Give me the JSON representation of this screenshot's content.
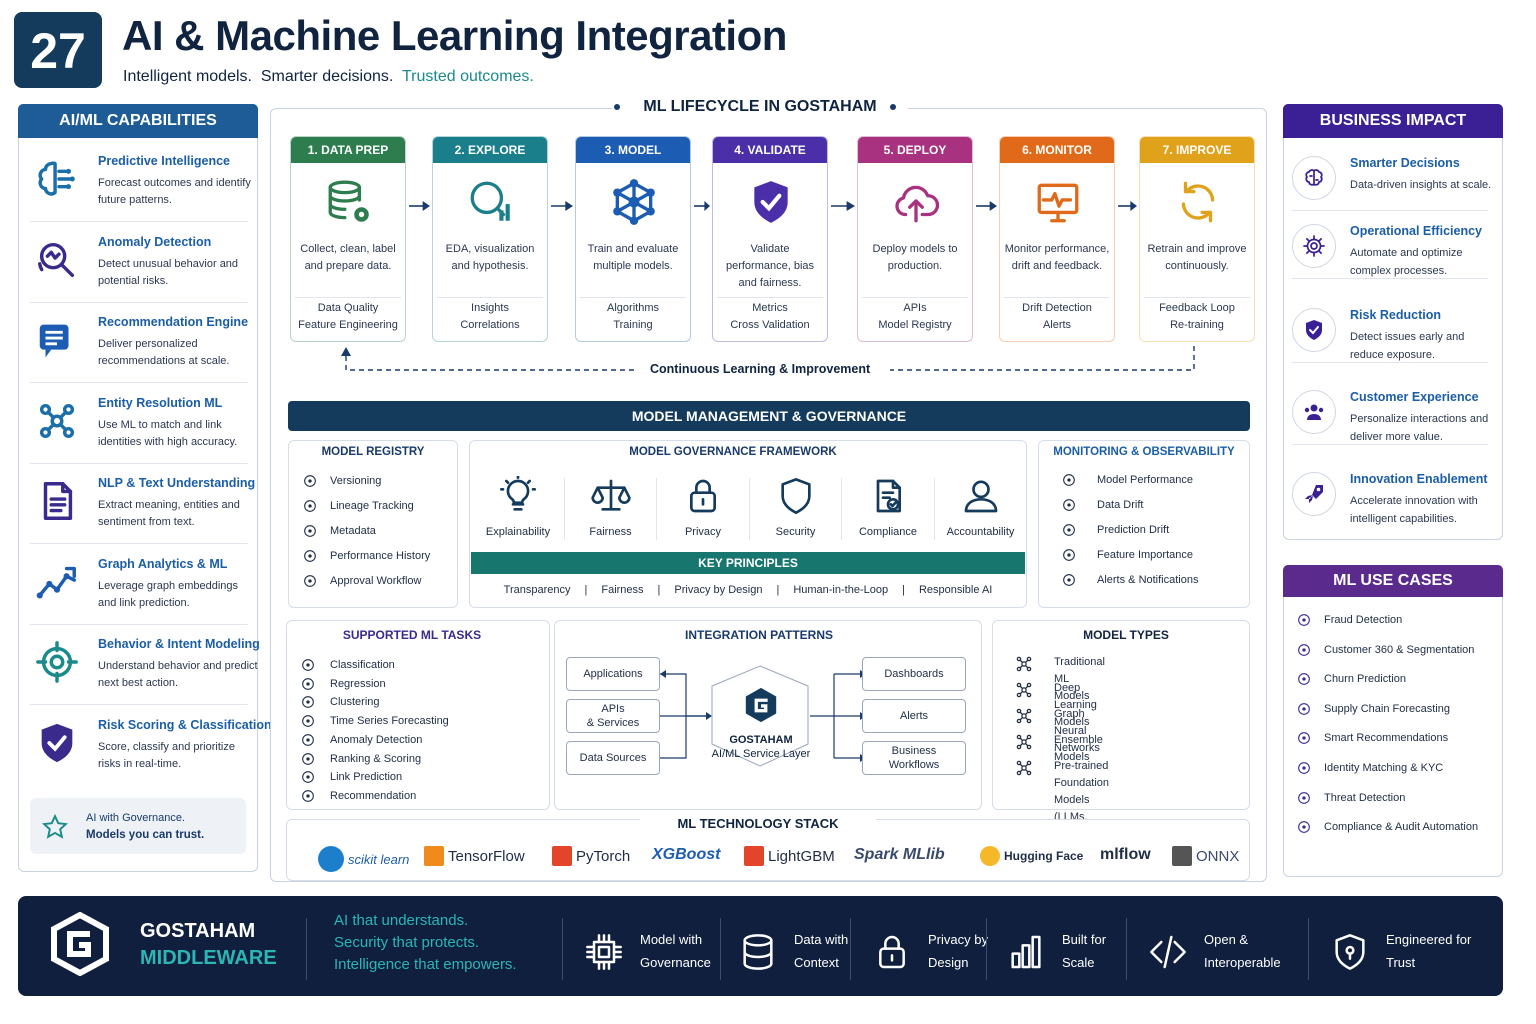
{
  "header": {
    "number": "27",
    "title": "AI & Machine Learning Integration",
    "subtitle_a": "Intelligent models.",
    "subtitle_b": "Smarter decisions.",
    "subtitle_c": "Trusted outcomes."
  },
  "colors": {
    "navy": "#143a5c",
    "blue_head": "#1d5c96",
    "purple_head": "#4a2a8c",
    "teal": "#1a8a8a",
    "footer": "#0f1f3d"
  },
  "capabilities": {
    "heading": "AI/ML CAPABILITIES",
    "items": [
      {
        "icon": "brain-circuit-icon",
        "title": "Predictive Intelligence",
        "desc": "Forecast outcomes and identify future patterns."
      },
      {
        "icon": "anomaly-search-icon",
        "title": "Anomaly Detection",
        "desc": "Detect unusual behavior and potential risks."
      },
      {
        "icon": "recommendation-icon",
        "title": "Recommendation Engine",
        "desc": "Deliver personalized recommendations at scale."
      },
      {
        "icon": "entity-network-icon",
        "title": "Entity Resolution ML",
        "desc": "Use ML to match and link identities with high accuracy."
      },
      {
        "icon": "document-icon",
        "title": "NLP & Text Understanding",
        "desc": "Extract meaning, entities and sentiment from text."
      },
      {
        "icon": "graph-analytics-icon",
        "title": "Graph Analytics & ML",
        "desc": "Leverage graph embeddings and link prediction."
      },
      {
        "icon": "target-icon",
        "title": "Behavior & Intent Modeling",
        "desc": "Understand behavior and predict next best action."
      },
      {
        "icon": "shield-check-icon",
        "title": "Risk Scoring & Classification",
        "desc": "Score, classify and prioritize risks in real-time."
      }
    ],
    "callout_line1": "AI with Governance.",
    "callout_line2": "Models you can trust."
  },
  "lifecycle": {
    "heading": "ML LIFECYCLE IN GOSTAHAM",
    "loop_label": "Continuous Learning & Improvement",
    "steps": [
      {
        "label": "1. DATA PREP",
        "color": "#2e7d4f",
        "icon": "database-gear-icon",
        "desc": "Collect, clean, label and prepare data.",
        "b1": "Data Quality",
        "b2": "Feature Engineering"
      },
      {
        "label": "2. EXPLORE",
        "color": "#1a7f8a",
        "icon": "magnifier-chart-icon",
        "desc": "EDA, visualization and hypothesis.",
        "b1": "Insights",
        "b2": "Correlations"
      },
      {
        "label": "3. MODEL",
        "color": "#1d5cb3",
        "icon": "network-model-icon",
        "desc": "Train and evaluate multiple models.",
        "b1": "Algorithms",
        "b2": "Training"
      },
      {
        "label": "4. VALIDATE",
        "color": "#4a2fa8",
        "icon": "shield-check-icon",
        "desc": "Validate performance, bias and fairness.",
        "b1": "Metrics",
        "b2": "Cross Validation"
      },
      {
        "label": "5. DEPLOY",
        "color": "#a8327f",
        "icon": "cloud-upload-icon",
        "desc": "Deploy models to production.",
        "b1": "APIs",
        "b2": "Model Registry"
      },
      {
        "label": "6. MONITOR",
        "color": "#e06a1a",
        "icon": "monitor-pulse-icon",
        "desc": "Monitor performance, drift and feedback.",
        "b1": "Drift Detection",
        "b2": "Alerts"
      },
      {
        "label": "7. IMPROVE",
        "color": "#e0a21a",
        "icon": "refresh-icon",
        "desc": "Retrain and improve continuously.",
        "b1": "Feedback Loop",
        "b2": "Re-training"
      }
    ]
  },
  "governance": {
    "heading": "MODEL MANAGEMENT & GOVERNANCE",
    "registry": {
      "heading": "MODEL REGISTRY",
      "items": [
        "Versioning",
        "Lineage Tracking",
        "Metadata",
        "Performance History",
        "Approval Workflow"
      ]
    },
    "framework": {
      "heading": "MODEL GOVERNANCE FRAMEWORK",
      "items": [
        {
          "label": "Explainability",
          "icon": "lightbulb-icon"
        },
        {
          "label": "Fairness",
          "icon": "scales-icon"
        },
        {
          "label": "Privacy",
          "icon": "lock-icon"
        },
        {
          "label": "Security",
          "icon": "shield-check-icon"
        },
        {
          "label": "Compliance",
          "icon": "document-check-icon"
        },
        {
          "label": "Accountability",
          "icon": "person-icon"
        }
      ],
      "principles_heading": "KEY PRINCIPLES",
      "principles": [
        "Transparency",
        "Fairness",
        "Privacy by Design",
        "Human-in-the-Loop",
        "Responsible AI"
      ]
    },
    "monitoring": {
      "heading": "MONITORING & OBSERVABILITY",
      "items": [
        "Model Performance",
        "Data Drift",
        "Prediction Drift",
        "Feature Importance",
        "Alerts & Notifications"
      ]
    }
  },
  "tasks": {
    "heading": "SUPPORTED ML TASKS",
    "items": [
      "Classification",
      "Regression",
      "Clustering",
      "Time Series Forecasting",
      "Anomaly Detection",
      "Ranking & Scoring",
      "Link Prediction",
      "Recommendation"
    ]
  },
  "integration": {
    "heading": "INTEGRATION PATTERNS",
    "left": [
      "Applications",
      "APIs\n& Services",
      "Data Sources"
    ],
    "right": [
      "Dashboards",
      "Alerts",
      "Business\nWorkflows"
    ],
    "hub_line1": "GOSTAHAM",
    "hub_line2": "AI/ML Service Layer"
  },
  "model_types": {
    "heading": "MODEL TYPES",
    "items": [
      "Traditional ML Models",
      "Deep Learning Models",
      "Graph Neural Networks",
      "Ensemble Models",
      "Pre-trained Foundation\nModels (LLMs, Embeddings)"
    ]
  },
  "stack": {
    "heading": "ML TECHNOLOGY STACK",
    "items": [
      "scikit learn",
      "TensorFlow",
      "PyTorch",
      "XGBoost",
      "LightGBM",
      "Spark MLlib",
      "Hugging Face",
      "mlflow",
      "ONNX"
    ]
  },
  "impact": {
    "heading": "BUSINESS IMPACT",
    "items": [
      {
        "icon": "brain-icon",
        "title": "Smarter Decisions",
        "desc": "Data-driven insights at scale."
      },
      {
        "icon": "gear-icon",
        "title": "Operational Efficiency",
        "desc": "Automate and optimize complex processes."
      },
      {
        "icon": "shield-check-icon",
        "title": "Risk Reduction",
        "desc": "Detect issues early and reduce exposure."
      },
      {
        "icon": "users-icon",
        "title": "Customer Experience",
        "desc": "Personalize interactions and deliver more value."
      },
      {
        "icon": "rocket-icon",
        "title": "Innovation Enablement",
        "desc": "Accelerate innovation with intelligent capabilities."
      }
    ]
  },
  "use_cases": {
    "heading": "ML USE CASES",
    "items": [
      "Fraud Detection",
      "Customer 360 & Segmentation",
      "Churn Prediction",
      "Supply Chain Forecasting",
      "Smart Recommendations",
      "Identity Matching & KYC",
      "Threat Detection",
      "Compliance & Audit Automation"
    ]
  },
  "footer": {
    "brand1": "GOSTAHAM",
    "brand2": "MIDDLEWARE",
    "tag1": "AI that understands.",
    "tag2": "Security that protects.",
    "tag3": "Intelligence that empowers.",
    "items": [
      {
        "icon": "chip-icon",
        "l1": "Model with",
        "l2": "Governance"
      },
      {
        "icon": "database-icon",
        "l1": "Data with",
        "l2": "Context"
      },
      {
        "icon": "lock-icon",
        "l1": "Privacy by",
        "l2": "Design"
      },
      {
        "icon": "bar-chart-icon",
        "l1": "Built for",
        "l2": "Scale"
      },
      {
        "icon": "code-icon",
        "l1": "Open &",
        "l2": "Interoperable"
      },
      {
        "icon": "shield-lock-icon",
        "l1": "Engineered for",
        "l2": "Trust"
      }
    ]
  }
}
